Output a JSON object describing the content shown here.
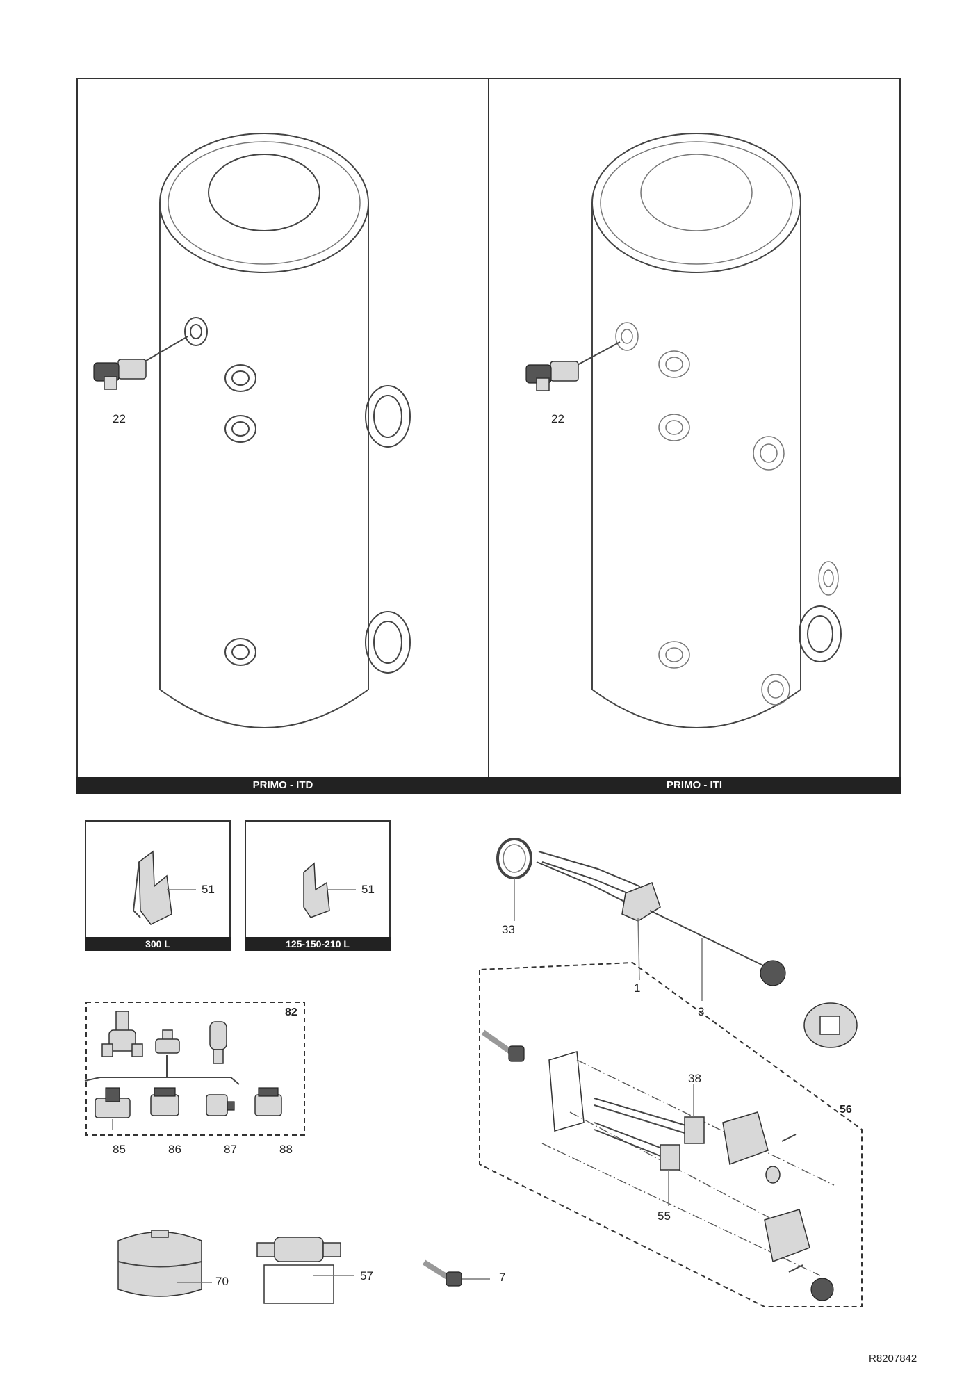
{
  "top_panels": [
    {
      "title": "PRIMO - ITD",
      "callouts": [
        "22"
      ]
    },
    {
      "title": "PRIMO - ITI",
      "callouts": [
        "22"
      ]
    }
  ],
  "anode_boxes": [
    {
      "title": "300 L",
      "callout": "51"
    },
    {
      "title": "125-150-210 L",
      "callout": "51"
    }
  ],
  "safety_kit": {
    "group": "82",
    "items": [
      "85",
      "86",
      "87",
      "88"
    ]
  },
  "accessories": {
    "expansion_vessel": "70",
    "mixing_valve": "57",
    "anode": "7"
  },
  "heater_assembly": {
    "gasket": "33",
    "element": "1",
    "sheath": "3",
    "kit": "56",
    "thermostat": "38",
    "limiter": "55"
  },
  "reference": "R8207842"
}
